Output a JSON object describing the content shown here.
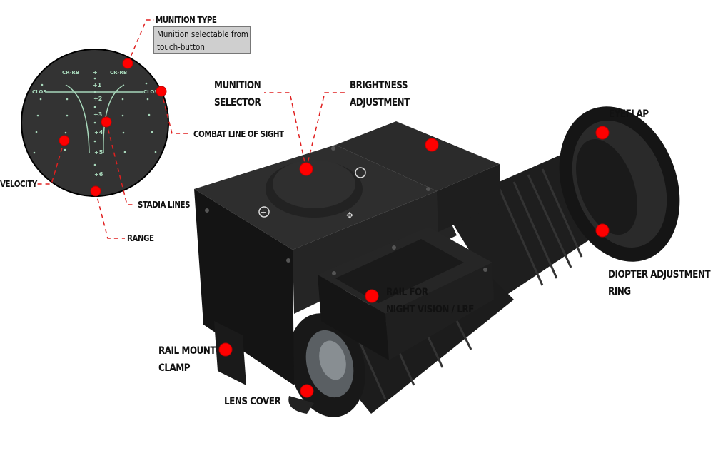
{
  "colors": {
    "callout_dot": "#ff0000",
    "leader_line": "#e02020",
    "reticle_bg": "#333333",
    "reticle_marks": "#a8d8bb",
    "device": "#1c1c1c"
  },
  "reticle": {
    "cr_rb_left": "CR-RB",
    "cr_rb_right": "CR-RB",
    "top_mark": "+",
    "clos_left": "CLOS",
    "clos_right": "CLOS",
    "range_marks": [
      "+1",
      "+2",
      "+3",
      "+4",
      "+5",
      "+6"
    ]
  },
  "callouts": {
    "munition_type": {
      "title": "MUNITION TYPE",
      "note_line1": "Munition selectable from",
      "note_line2": "touch-button"
    },
    "combat_line_of_sight": "COMBAT LINE OF SIGHT",
    "velocity": "VELOCITY",
    "stadia_lines": "STADIA LINES",
    "range": "RANGE",
    "munition_selector": [
      "MUNITION",
      "SELECTOR"
    ],
    "brightness_adjustment": [
      "BRIGHTNESS",
      "ADJUSTMENT"
    ],
    "eyeflap": "EYEFLAP",
    "diopter_adjustment_ring": [
      "DIOPTER ADJUSTMENT",
      "RING"
    ],
    "rail": [
      "RAIL FOR",
      "NIGHT VISION / LRF"
    ],
    "rail_mount_clamp": [
      "RAIL MOUNT",
      "CLAMP"
    ],
    "lens_cover": "LENS COVER"
  }
}
